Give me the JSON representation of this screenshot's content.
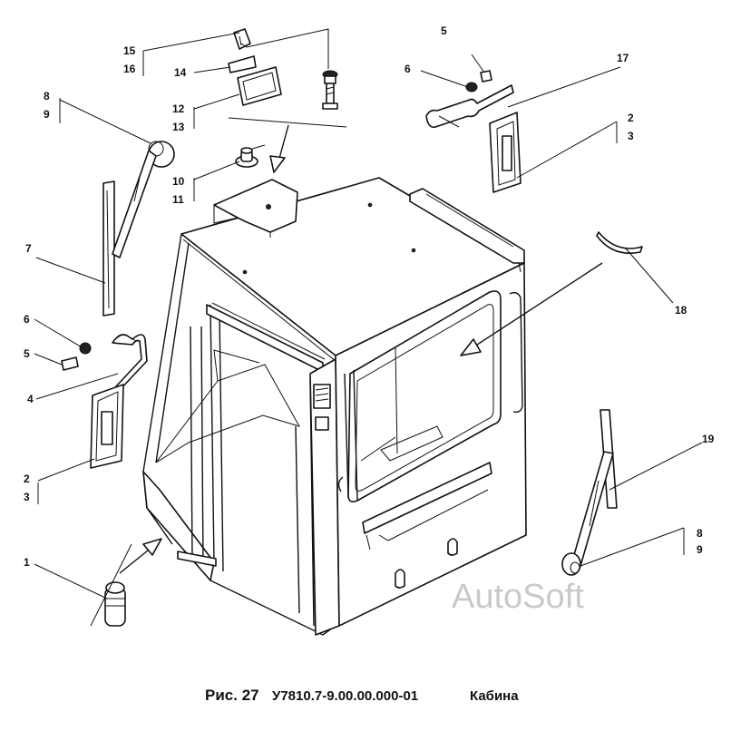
{
  "caption": {
    "figure": "Рис. 27",
    "code": "У7810.7-9.00.00.000-01",
    "title": "Кабина"
  },
  "watermark": "AutoSoft",
  "callouts": {
    "c1": "1",
    "c2_top": "2",
    "c3_top": "3",
    "c2_left": "2",
    "c3_left": "3",
    "c4": "4",
    "c5_top": "5",
    "c5_left": "5",
    "c6_top": "6",
    "c6_left": "6",
    "c7": "7",
    "c8_left": "8",
    "c9_left": "9",
    "c8_right": "8",
    "c9_right": "9",
    "c10": "10",
    "c11": "11",
    "c12": "12",
    "c13": "13",
    "c14": "14",
    "c15": "15",
    "c16": "16",
    "c17": "17",
    "c18": "18",
    "c19": "19"
  }
}
